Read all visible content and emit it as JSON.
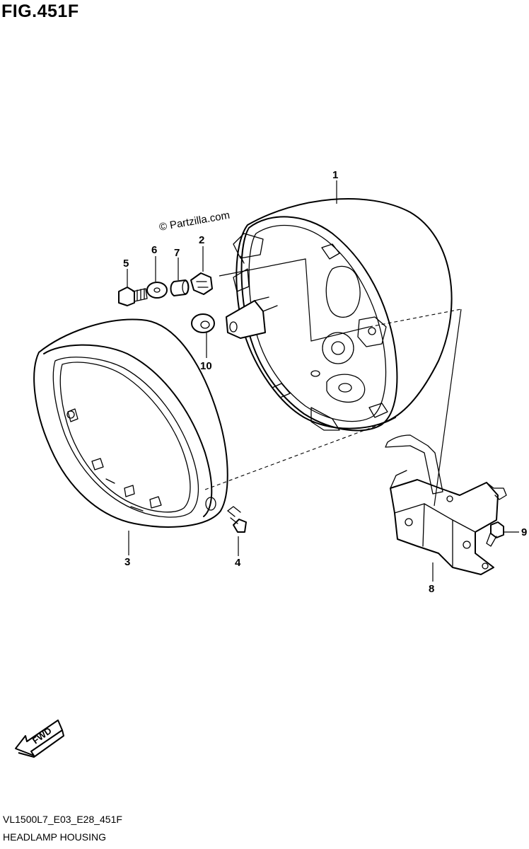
{
  "figure": {
    "title": "FIG.451F",
    "model_code": "VL1500L7_E03_E28_451F",
    "section_name": "HEADLAMP HOUSING"
  },
  "watermark": "© Partzilla.com",
  "direction_badge": {
    "label": "FWD",
    "icon": "forward-arrow-icon"
  },
  "callouts": [
    {
      "id": "1",
      "part": "headlamp-housing"
    },
    {
      "id": "2",
      "part": "nut"
    },
    {
      "id": "3",
      "part": "headlamp-rim"
    },
    {
      "id": "4",
      "part": "screw"
    },
    {
      "id": "5",
      "part": "bolt"
    },
    {
      "id": "6",
      "part": "washer"
    },
    {
      "id": "7",
      "part": "collar"
    },
    {
      "id": "8",
      "part": "bracket"
    },
    {
      "id": "9",
      "part": "bolt"
    },
    {
      "id": "10",
      "part": "cushion"
    }
  ]
}
